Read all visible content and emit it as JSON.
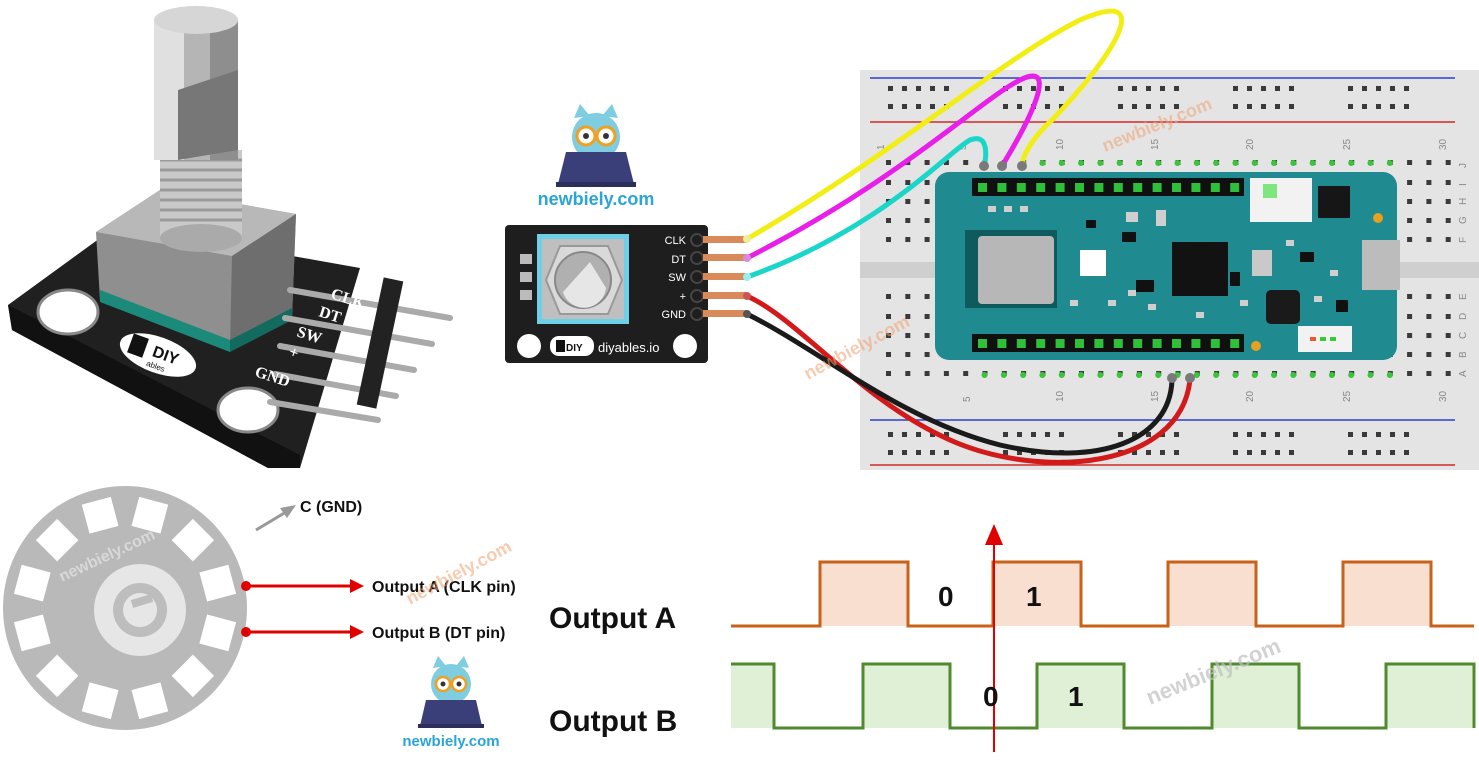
{
  "branding": {
    "site": "newbiely.com",
    "watermark": "newbiely.com",
    "module_brand": "diyables.io",
    "logo_text_top": "DIY",
    "logo_text_bottom": "ables"
  },
  "photo_encoder": {
    "pins": [
      "CLK",
      "DT",
      "SW",
      "+",
      "GND"
    ]
  },
  "module": {
    "pins": [
      "CLK",
      "DT",
      "SW",
      "+",
      "GND"
    ]
  },
  "breadboard": {
    "col_numbers": [
      "1",
      "5",
      "10",
      "15",
      "20",
      "25",
      "30"
    ],
    "row_letters_top": [
      "J",
      "I",
      "H",
      "G",
      "F"
    ],
    "row_letters_bottom": [
      "E",
      "D",
      "C",
      "B",
      "A"
    ]
  },
  "encoder_disk": {
    "labels": {
      "c": "C (GND)",
      "a": "Output A (CLK pin)",
      "b": "Output B (DT pin)"
    }
  },
  "signals": {
    "output_a_label": "Output A",
    "output_b_label": "Output B",
    "a_bit_left": "0",
    "a_bit_right": "1",
    "b_bit_left": "0",
    "b_bit_right": "1"
  },
  "colors": {
    "wire_yellow": "#f2ee14",
    "wire_magenta": "#e81fe8",
    "wire_cyan": "#19d6c8",
    "wire_red": "#d21a1a",
    "wire_black": "#1a1a1a",
    "board_teal": "#1f8a8f",
    "signal_a": "#c8621a",
    "signal_a_fill": "#f9dfd0",
    "signal_b": "#4f8a2e",
    "signal_b_fill": "#dff0d6",
    "arrow_red": "#e00000",
    "watermark": "#f0a070"
  }
}
